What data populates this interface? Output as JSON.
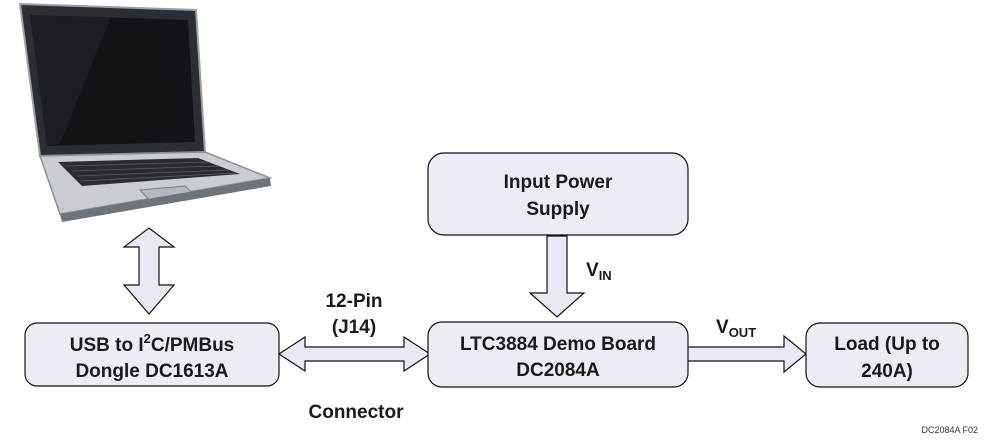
{
  "boxes": {
    "dongle": {
      "line1_pre": "USB to I",
      "line1_sup": "2",
      "line1_post": "C/PMBus",
      "line2": "Dongle DC1613A"
    },
    "demo_board": {
      "line1": "LTC3884 Demo Board",
      "line2": "DC2084A"
    },
    "input_power": {
      "line1": "Input Power",
      "line2": "Supply"
    },
    "load": {
      "line1": "Load (Up to",
      "line2": "240A)"
    }
  },
  "labels": {
    "pin_line1": "12-Pin",
    "pin_line2": "(J14)",
    "connector": "Connector",
    "vin_main": "V",
    "vin_sub": "IN",
    "vout_main": "V",
    "vout_sub": "OUT"
  },
  "figure_id": "DC2084A F02",
  "colors": {
    "box_fill": "#ececf4",
    "box_stroke": "#111111",
    "arrow_fill": "#e9e9f3"
  },
  "icons": {
    "computer": "laptop-icon"
  }
}
